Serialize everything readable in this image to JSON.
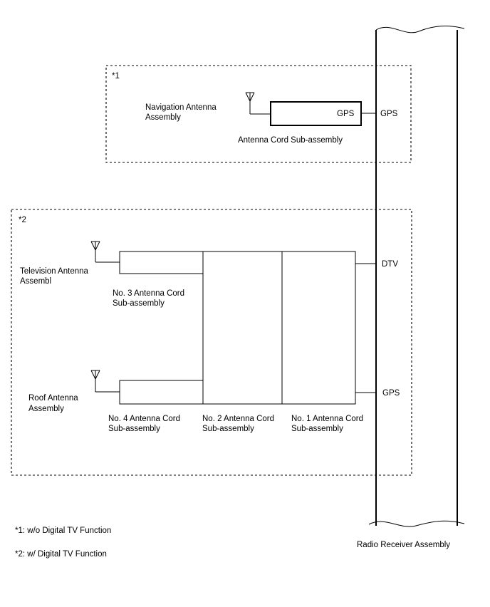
{
  "groups": {
    "g1": {
      "marker": "*1"
    },
    "g2": {
      "marker": "*2"
    }
  },
  "labels": {
    "nav_antenna": [
      "Navigation Antenna",
      "Assembly"
    ],
    "gps_box": "GPS",
    "gps_port_1": "GPS",
    "antenna_cord": "Antenna Cord Sub-assembly",
    "tv_antenna": [
      "Television Antenna",
      "Assembl"
    ],
    "no3_cord": [
      "No. 3 Antenna Cord",
      "Sub-assembly"
    ],
    "roof_antenna": [
      "Roof Antenna",
      "Assembly"
    ],
    "no4_cord": [
      "No. 4 Antenna Cord",
      "Sub-assembly"
    ],
    "no2_cord": [
      "No. 2 Antenna Cord",
      "Sub-assembly"
    ],
    "no1_cord": [
      "No. 1 Antenna Cord",
      "Sub-assembly"
    ],
    "dtv_port": "DTV",
    "gps_port_2": "GPS",
    "radio_receiver": "Radio Receiver Assembly"
  },
  "footnotes": [
    "*1: w/o Digital TV Function",
    "*2: w/ Digital TV Function"
  ]
}
